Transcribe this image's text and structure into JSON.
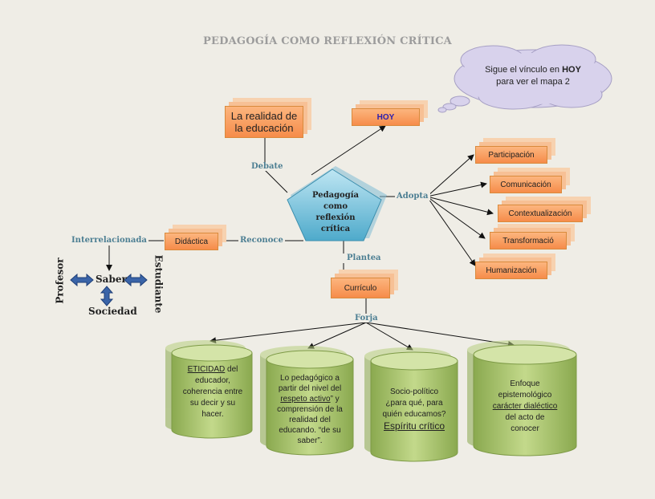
{
  "title": "PEDAGOGÍA COMO REFLEXIÓN CRÍTICA",
  "cloud": {
    "line1_a": "Sigue el vínculo en ",
    "line1_b": "HOY",
    "line2": "para ver el mapa 2"
  },
  "center": "Pedagogía como reflexión crítica",
  "boxes": {
    "realidad": "La realidad de la educación",
    "hoy": "HOY",
    "didactica": "Didáctica",
    "curriculo": "Currículo"
  },
  "adopta_items": [
    "Participación",
    "Comunicación",
    "Contextualización",
    "Transformació",
    "Humanización"
  ],
  "labels": {
    "debate": "Debate",
    "adopta": "Adopta",
    "reconoce": "Reconoce",
    "plantea": "Plantea",
    "forja": "Forja",
    "interrelacionada": "Interrelacionada"
  },
  "triad": {
    "saber": "Saber",
    "profesor": "Profesor",
    "estudiante": "Estudiante",
    "sociedad": "Sociedad"
  },
  "cylinders": [
    {
      "u": "ETICIDAD",
      "rest1": " del",
      "rest2": "educador,",
      "rest3": "coherencia entre",
      "rest4": "su decir y su",
      "rest5": "hacer."
    },
    {
      "l1": "Lo pedagógico  a",
      "l2": "partir del nivel del",
      "l3u": "respeto activo",
      "l3r": "” y",
      "l4": "comprensión de la",
      "l5": "realidad del",
      "l6": "educando. “de su",
      "l7": "saber”."
    },
    {
      "l1": "Socio-político",
      "l2": "¿para qué, para",
      "l3": "quién educamos?",
      "l4u": "Espíritu crítico"
    },
    {
      "l1": "Enfoque",
      "l2": "epistemológico",
      "l3u": "carácter dialéctico",
      "l4": "del acto de",
      "l5": "conocer"
    }
  ],
  "colors": {
    "orange": "#f68c4a",
    "teal_label": "#4d7f93",
    "pentagon": "#5fb7d4",
    "cylinder": "#a9c56a",
    "cloud": "#d8d2ec"
  }
}
